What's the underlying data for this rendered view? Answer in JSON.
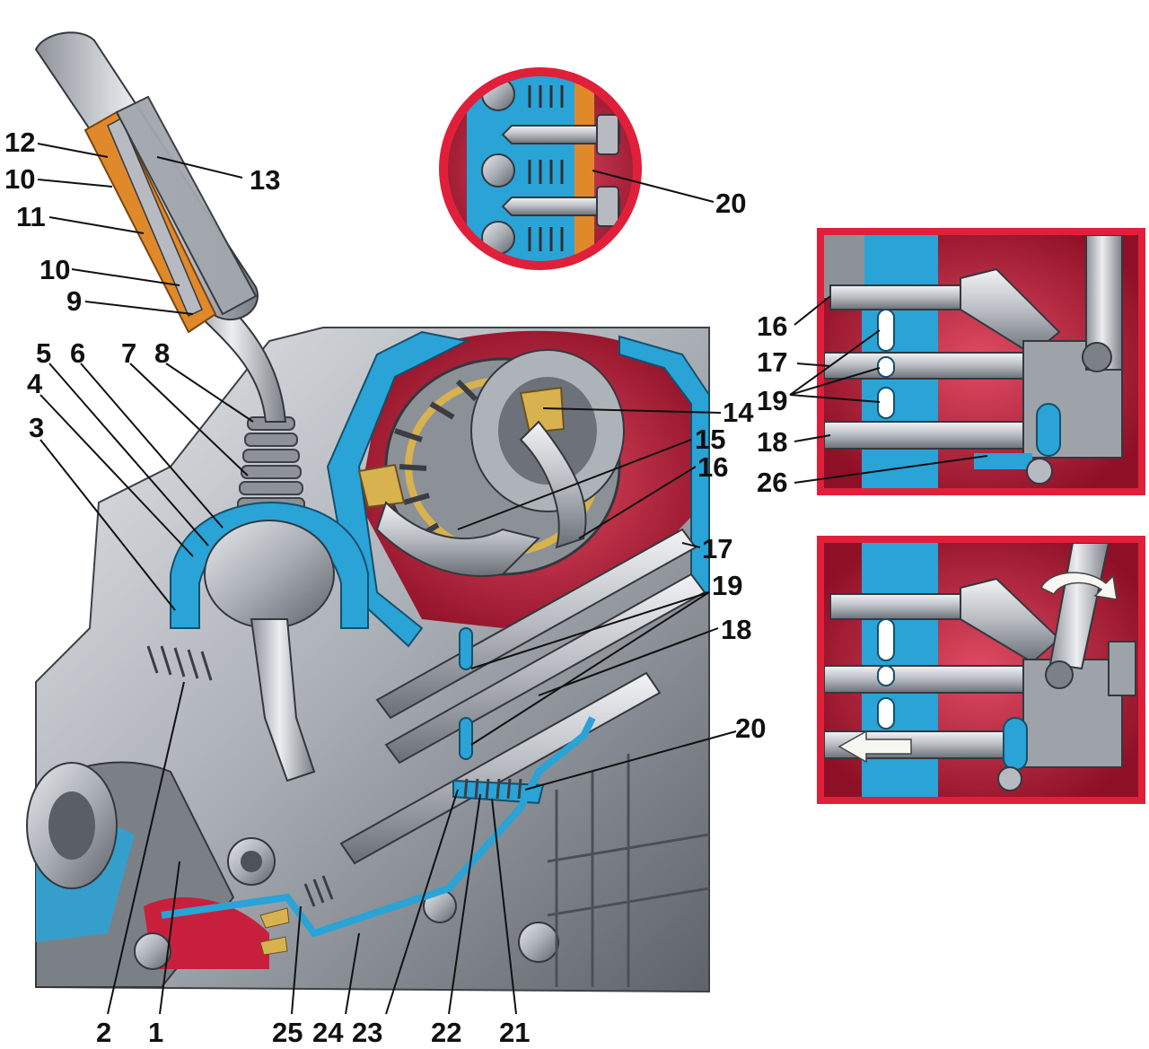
{
  "colors": {
    "housing": "#b9bdc3",
    "housing_dark": "#6f747b",
    "section_blue": "#2aa3d6",
    "cavity_red": "#c8203c",
    "frame_red": "#e0203a",
    "lever_orange": "#e0892b",
    "brass": "#d8b24e",
    "label_text": "#111111",
    "leader_line": "#111111"
  },
  "labels": {
    "l1": "1",
    "l2": "2",
    "l3": "3",
    "l4": "4",
    "l5": "5",
    "l6": "6",
    "l7": "7",
    "l8": "8",
    "l9": "9",
    "l10a": "10",
    "l10b": "10",
    "l11": "11",
    "l12": "12",
    "l13": "13",
    "l14": "14",
    "l15": "15",
    "l16a": "16",
    "l16b": "16",
    "l17a": "17",
    "l17b": "17",
    "l18a": "18",
    "l18b": "18",
    "l19a": "19",
    "l19b": "19",
    "l20a": "20",
    "l20b": "20",
    "l21": "21",
    "l22": "22",
    "l23": "23",
    "l24": "24",
    "l25": "25",
    "l26": "26"
  },
  "icons": {
    "arrow_rotate": "rotate-arrow-icon",
    "arrow_push": "push-arrow-icon"
  }
}
